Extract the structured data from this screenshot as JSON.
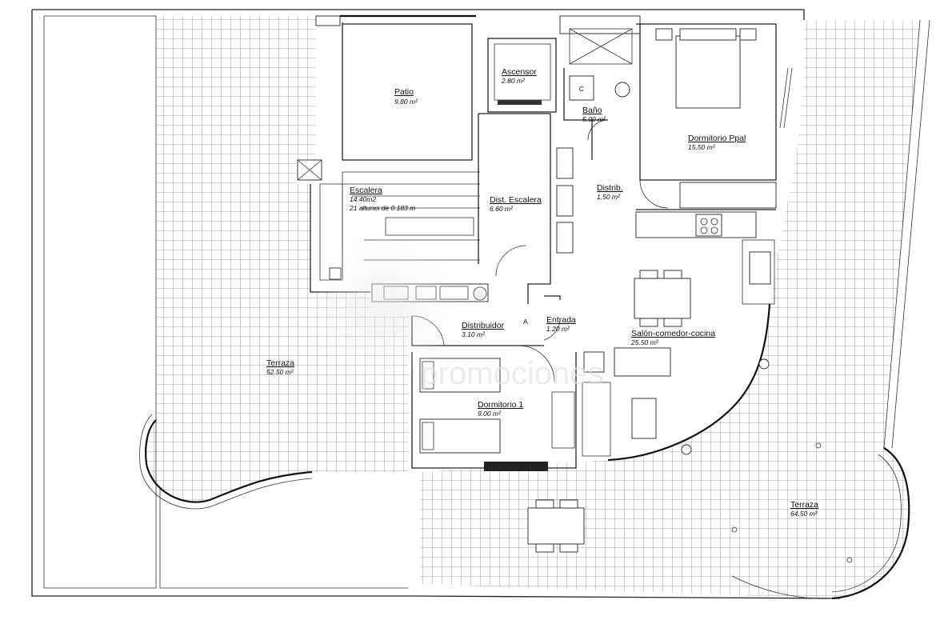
{
  "rooms": {
    "patio": {
      "name": "Patio",
      "area": "9.80 m²"
    },
    "ascensor": {
      "name": "Ascensor",
      "area": "2.80 m²"
    },
    "bano": {
      "name": "Baño",
      "area": "5.00 m²"
    },
    "dormitorio_ppal": {
      "name": "Dormitorio Ppal",
      "area": "15.50 m²"
    },
    "escalera": {
      "name": "Escalera",
      "area": "14.40m2",
      "note": "21 alturas de 0.183 m"
    },
    "dist_escalera": {
      "name": "Dist. Escalera",
      "area": "6.60 m²"
    },
    "distrib": {
      "name": "Distrib.",
      "area": "1.50 m²"
    },
    "distribuidor": {
      "name": "Distribuidor",
      "area": "3.10 m²"
    },
    "entrada": {
      "name": "Entrada",
      "area": "1.20 m²",
      "marker": "A"
    },
    "salon": {
      "name": "Salón-comedor-cocina",
      "area": "25.50 m²"
    },
    "terraza_oeste": {
      "name": "Terraza",
      "area": "52.50 m²"
    },
    "dormitorio_1": {
      "name": "Dormitorio 1",
      "area": "9.00 m²"
    },
    "terraza_este": {
      "name": "Terraza",
      "area": "64.50 m²"
    }
  },
  "watermark": {
    "text": "promociones"
  },
  "colors": {
    "walls": "#222222",
    "tiles": "#555555",
    "watermark": "#dedede",
    "background": "#ffffff"
  }
}
